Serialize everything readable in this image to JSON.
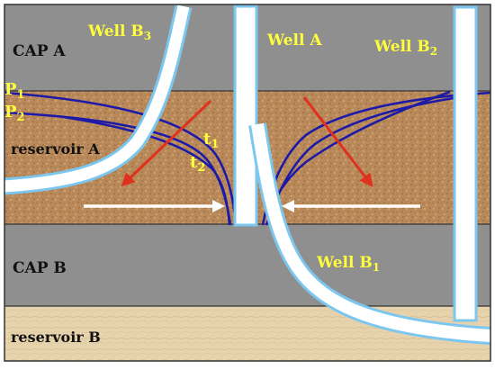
{
  "layers": {
    "cap_a": "CAP A",
    "reservoir_a": "reservoir A",
    "cap_b": "CAP B",
    "reservoir_b": "reservoir B"
  },
  "wells": {
    "well_a": "Well A",
    "well_b1_base": "Well B",
    "well_b1_sub": "1",
    "well_b2_base": "Well B",
    "well_b2_sub": "2",
    "well_b3_base": "Well B",
    "well_b3_sub": "3"
  },
  "pressure_labels": {
    "p1_base": "P",
    "p1_sub": "1",
    "p2_base": "P",
    "p2_sub": "2"
  },
  "time_labels": {
    "t1_base": "t",
    "t1_sub": "1",
    "t2_base": "t",
    "t2_sub": "2"
  },
  "colors": {
    "cap_gray": "#8f8f8f",
    "reservoir_sand": "#b9895a",
    "reservoir_b_sand": "#e6d3ad",
    "pressure_line": "#1d1aa8",
    "label_yellow": "#ffff3c",
    "arrow_red": "#e0301e",
    "arrow_white": "#ffffff",
    "well_fill": "#ffffff",
    "well_outline": "#7cc7ef"
  }
}
